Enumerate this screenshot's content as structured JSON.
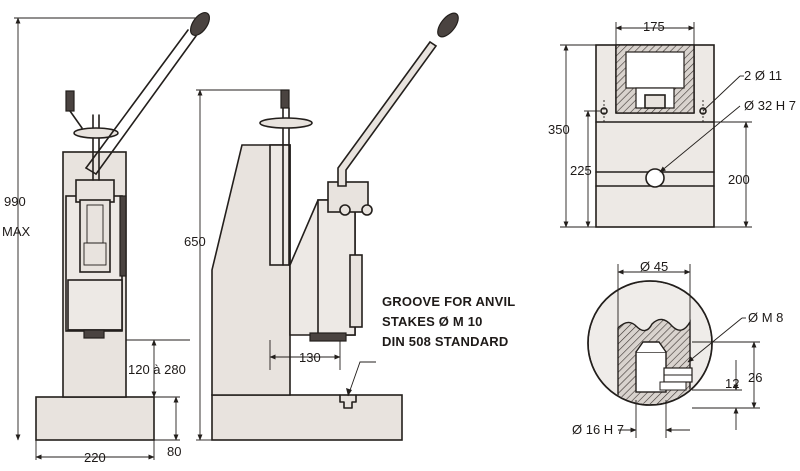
{
  "front_view": {
    "height_value": "990",
    "height_label": "MAX",
    "range_label": "120 à 280",
    "width_label": "220",
    "base_height_label": "80"
  },
  "side_view": {
    "height_label": "650",
    "throat_label": "130",
    "note_lines": [
      "GROOVE FOR ANVIL",
      "STAKES Ø M 10",
      "DIN 508 STANDARD"
    ]
  },
  "top_view": {
    "width_label": "175",
    "holes_label": "2 Ø 11",
    "bore_label": "Ø 32 H 7",
    "total_label": "350",
    "left_label": "225",
    "right_label": "200"
  },
  "detail_view": {
    "diameter_label": "Ø 45",
    "thread_label": "Ø M 8",
    "depth_label": "26",
    "small_label": "12",
    "bore_label": "Ø 16 H 7"
  }
}
